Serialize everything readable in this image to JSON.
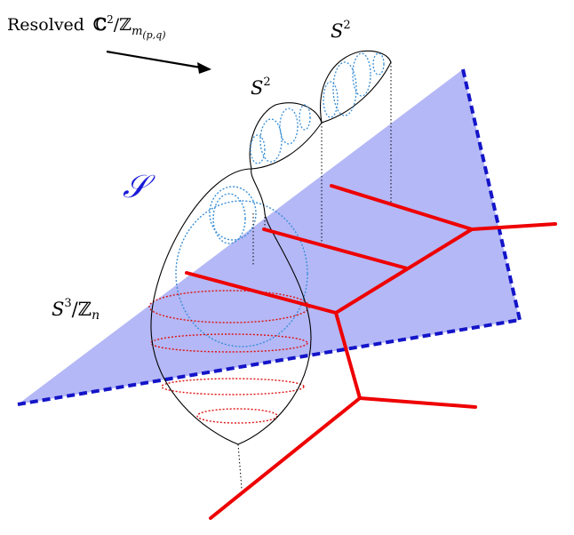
{
  "labels": {
    "resolved_prefix": "Resolved",
    "resolved_C": "ℂ",
    "resolved_exp": "2",
    "resolved_slash": "/ℤ",
    "resolved_sub_m": "m",
    "resolved_sub_pq": "(p,q)",
    "sphere_letter": "S",
    "sphere_exp": "2",
    "lens_S": "S",
    "lens_exp": "3",
    "lens_slash": "/ℤ",
    "lens_sub": "n",
    "surface": "𝒮"
  },
  "colors": {
    "plane_fill": "#b4b8f6",
    "plane_edge": "#1414c8",
    "web": "#ee0000",
    "fiber_blue": "#3a8fd6",
    "fiber_red": "#e01010",
    "surface_label": "#1a1ad8",
    "outline": "#000000"
  }
}
